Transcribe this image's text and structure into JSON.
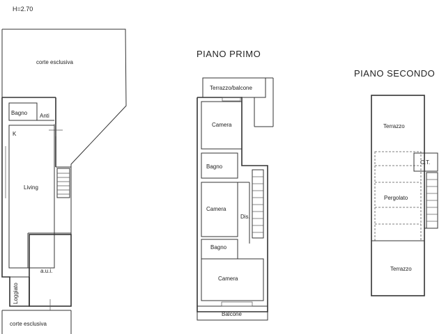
{
  "header": {
    "height_note": "H=2.70"
  },
  "ground_floor": {
    "corte_top": "corte esclusiva",
    "bagno": "Bagno",
    "anti": "Anti",
    "kitchen": "K",
    "living": "Living",
    "aui": "a.u.i.",
    "loggiato": "Loggiato",
    "corte_bottom": "corte esclusiva"
  },
  "first_floor": {
    "title": "PIANO PRIMO",
    "terrazzo_balcone": "Terrazzo/balcone",
    "camera_1": "Camera",
    "bagno_1": "Bagno",
    "camera_2": "Camera",
    "dis": "Dis.",
    "bagno_2": "Bagno",
    "camera_3": "Camera",
    "balcone": "Balcone"
  },
  "second_floor": {
    "title": "PIANO SECONDO",
    "terrazzo_top": "Terrazzo",
    "ct": "C.T.",
    "pergolato": "Pergolato",
    "terrazzo_bottom": "Terrazzo"
  }
}
